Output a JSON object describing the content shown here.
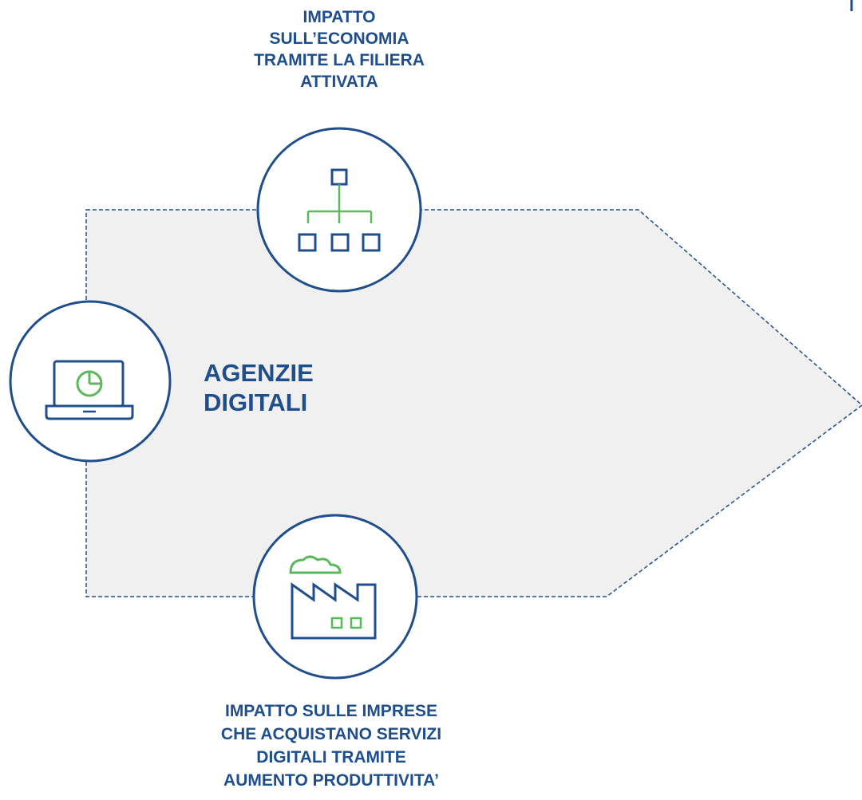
{
  "diagram": {
    "center_label": "AGENZIE\nDIGITALI",
    "top_label": "IMPATTO\nSULL’ECONOMIA\nTRAMITE LA FILIERA\nATTIVATA",
    "bottom_label": "IMPATTO SULLE IMPRESE\nCHE ACQUISTANO SERVIZI\nDIGITALI TRAMITE\nAUMENTO PRODUTTIVITA’",
    "corner_text": "I"
  },
  "icons": {
    "left": "laptop-chart-icon",
    "top": "org-chart-icon",
    "bottom": "factory-icon"
  },
  "colors": {
    "primary_blue": "#1f4e8c",
    "accent_green": "#5cb85c",
    "arrow_fill": "#f0f0f0"
  }
}
